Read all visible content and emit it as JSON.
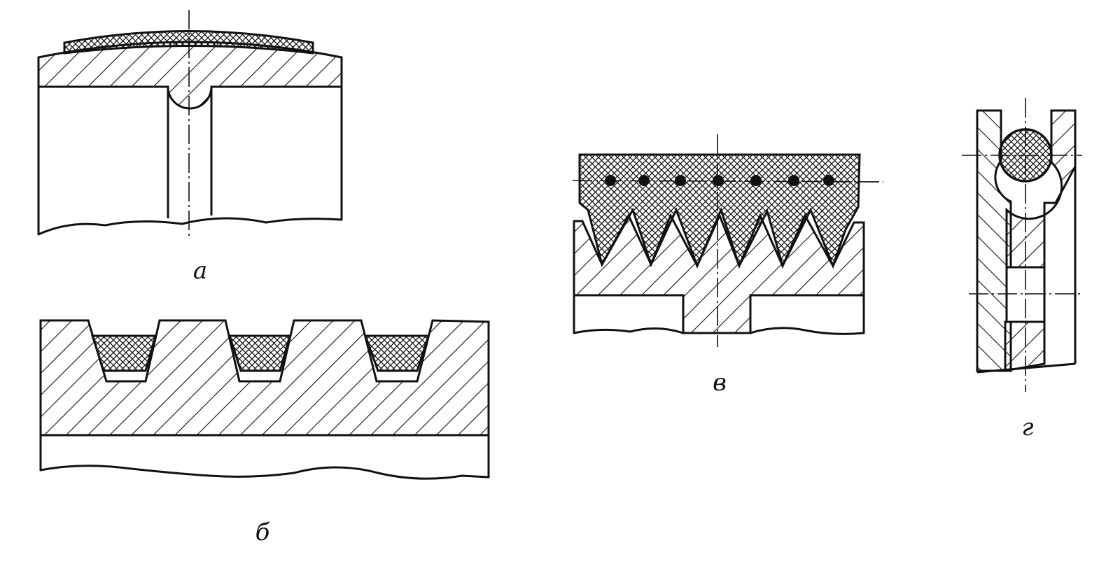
{
  "figures": [
    {
      "id": "a",
      "caption": "а"
    },
    {
      "id": "b",
      "caption": "б"
    },
    {
      "id": "v",
      "caption": "в"
    },
    {
      "id": "g",
      "caption": "г"
    }
  ]
}
